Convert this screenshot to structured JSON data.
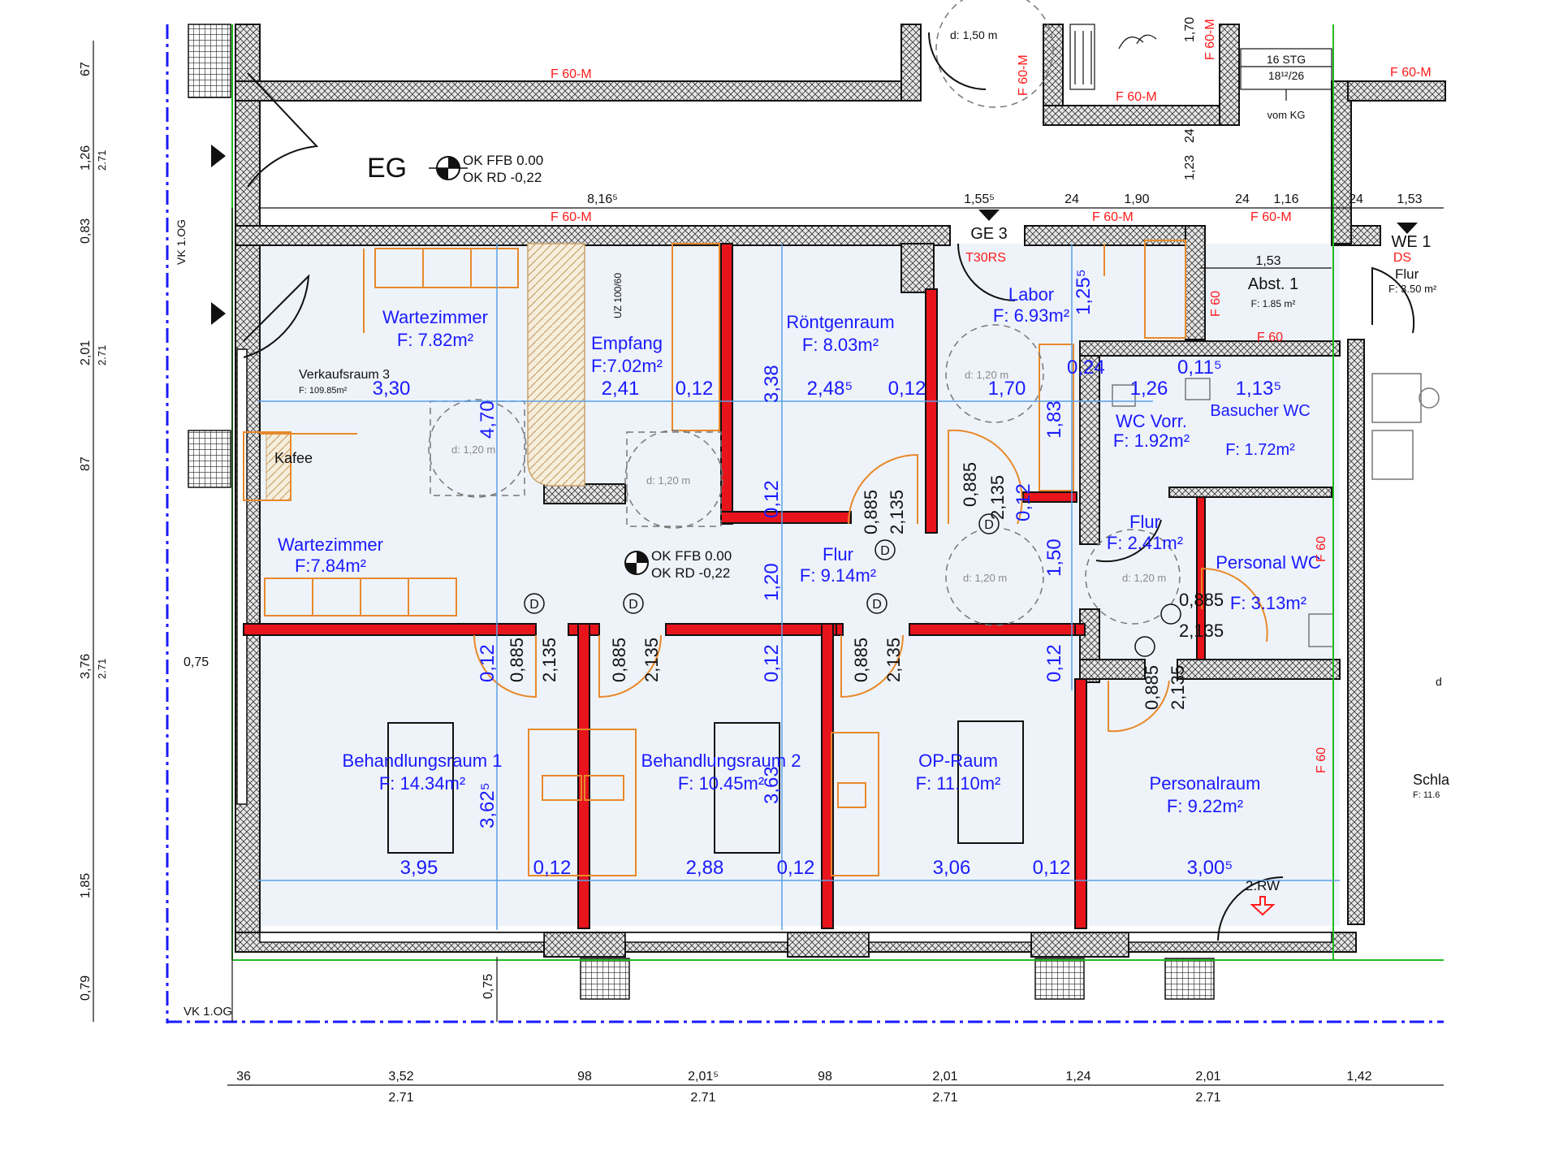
{
  "floor": {
    "label": "EG",
    "ok_ffb": "OK FFB 0.00",
    "ok_rd": "OK RD -0,22"
  },
  "rooms": [
    {
      "name": "Wartezimmer",
      "area": "F: 7.82m²"
    },
    {
      "name": "Empfang",
      "area": "F:7.02m²"
    },
    {
      "name": "Röntgenraum",
      "area": "F: 8.03m²"
    },
    {
      "name": "Labor",
      "area": "F: 6.93m²"
    },
    {
      "name": "Abst. 1",
      "area": "F: 1.85 m²"
    },
    {
      "name": "Verkaufsraum 3",
      "area": "F: 109.85m²"
    },
    {
      "name": "Kafee",
      "area": ""
    },
    {
      "name": "Wartezimmer",
      "area": "F:7.84m²"
    },
    {
      "name": "Flur",
      "area": "F: 9.14m²"
    },
    {
      "name": "WC Vorr.",
      "area": "F: 1.92m²"
    },
    {
      "name": "Basucher WC",
      "area": "F: 1.72m²"
    },
    {
      "name": "Flur",
      "area": "F: 2.41m²"
    },
    {
      "name": "Personal WC",
      "area": "F: 3.13m²"
    },
    {
      "name": "Behandlungsraum 1",
      "area": "F: 14.34m²"
    },
    {
      "name": "Behandlungsraum 2",
      "area": "F: 10.45m²"
    },
    {
      "name": "OP-Raum",
      "area": "F: 11.10m²"
    },
    {
      "name": "Personalraum",
      "area": "F: 9.22m²"
    },
    {
      "name": "Flur",
      "area": "F: 3.50 m²"
    },
    {
      "name": "Schla",
      "area": "F: 11.6"
    }
  ],
  "fire_ratings": {
    "wall": "F 60-M",
    "f60": "F 60",
    "door_t30": "T30RS",
    "ds": "DS"
  },
  "labels": {
    "ge3": "GE 3",
    "we1": "WE 1",
    "stair_count": "16 STG",
    "stair_ratio": "18¹²/26",
    "stair_from": "vom KG",
    "vk_og": "VK 1.OG",
    "rw": "2.RW",
    "uz": "UZ 100/60",
    "turn_d150": "d: 1,50 m",
    "turn_d120": "d: 1,20 m",
    "door_w": "0,885",
    "door_h": "2,135",
    "door_symbol": "D"
  },
  "dims_top": [
    "8,16⁵",
    "1,55⁵",
    "24",
    "1,90",
    "24",
    "1,16",
    "24",
    "1,53"
  ],
  "dims_left": [
    "67",
    "1,26",
    "0,83",
    "2,01",
    "87",
    "3,76",
    "1,85",
    "0,79"
  ],
  "dims_left_sub": "2.71",
  "dims_bottom": [
    "36",
    "3,52",
    "98",
    "2,01⁵",
    "98",
    "2,01",
    "1,24",
    "2,01",
    "1,42"
  ],
  "dims_bottom_sub": "2.71",
  "dims_row1": [
    "3,30",
    "2,41",
    "0,12",
    "2,48⁵",
    "0,12",
    "1,70",
    "1,26",
    "1,13⁵"
  ],
  "dims_row2": [
    "3,95",
    "0,12",
    "2,88",
    "0,12",
    "3,06",
    "0,12",
    "3,00⁵"
  ],
  "dims_vertical": [
    "4,70",
    "3,38",
    "1,25⁵",
    "1,83",
    "0,24",
    "0,11⁵",
    "0,12",
    "1,20",
    "1,50",
    "0,12",
    "3,62⁵",
    "3,63",
    "0,75",
    "0,75",
    "1,53",
    "1,23",
    "24",
    "1,70",
    "0,12",
    "0,12",
    "0,12",
    "0,12",
    "0,12"
  ],
  "misc": {
    "d_small": "d"
  }
}
